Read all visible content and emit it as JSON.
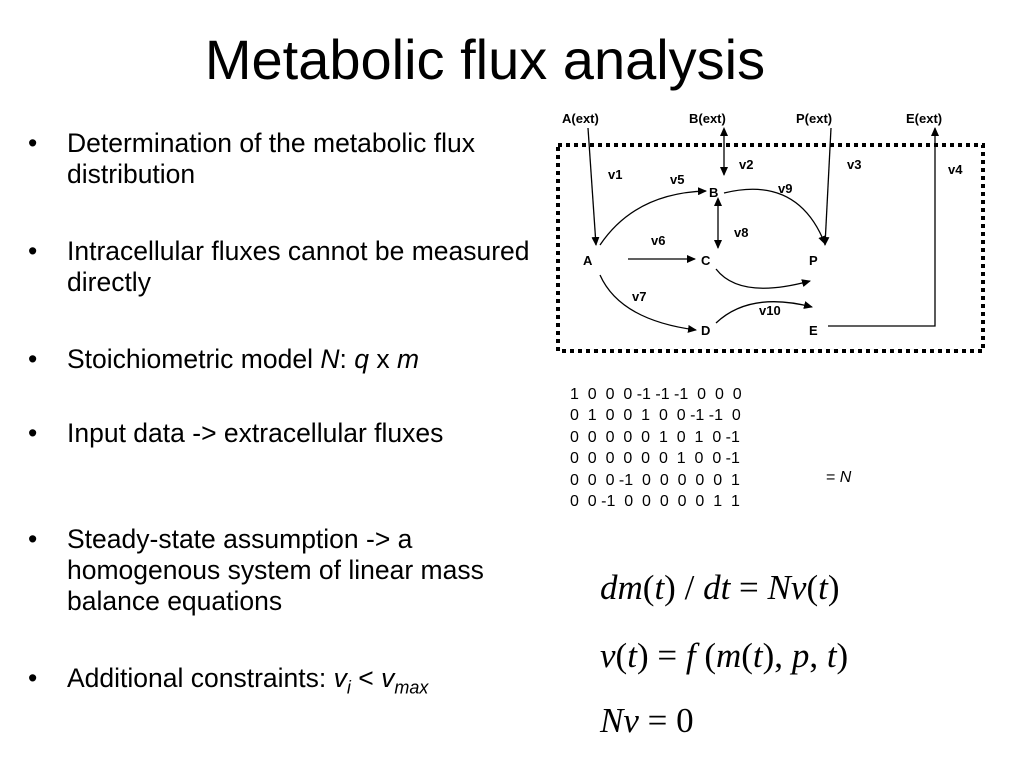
{
  "title": "Metabolic flux analysis",
  "bullets": [
    {
      "symbol": "•",
      "text": "Determination of the metabolic flux distribution"
    },
    {
      "symbol": "•",
      "text": "Intracellular fluxes cannot be measured directly"
    },
    {
      "symbol": "•",
      "parts": {
        "a": "Stoichiometric model ",
        "N": "N",
        "colon": ": ",
        "q": "q",
        "x": " x ",
        "m": "m"
      }
    },
    {
      "symbol": "•",
      "text": "Input data -> extracellular fluxes"
    },
    {
      "symbol": "•",
      "text": "Steady-state assumption -> a homogenous system of linear mass balance equations"
    },
    {
      "symbol": "•",
      "parts": {
        "a": "Additional constraints: ",
        "v": "v",
        "i": "i",
        "lt": " < ",
        "v2": "v",
        "max": "max"
      }
    }
  ],
  "diagram": {
    "external": [
      "A(ext)",
      "B(ext)",
      "P(ext)",
      "E(ext)"
    ],
    "nodes": [
      "A",
      "B",
      "C",
      "P",
      "D",
      "E"
    ],
    "fluxes": [
      "v1",
      "v2",
      "v3",
      "v4",
      "v5",
      "v6",
      "v7",
      "v8",
      "v9",
      "v10"
    ]
  },
  "matrix": {
    "rows": [
      "1  0  0  0 -1 -1 -1  0  0  0",
      "0  1  0  0  1  0  0 -1 -1  0",
      "0  0  0  0  0  1  0  1  0 -1",
      "0  0  0  0  0  0  1  0  0 -1",
      "0  0  0 -1  0  0  0  0  0  1",
      "0  0 -1  0  0  0  0  0  1  1"
    ],
    "equals": "= ",
    "symbol": "N"
  },
  "equations": {
    "eq1": {
      "d1": "dm",
      "p1": "(",
      "t1": "t",
      "p2": ") / ",
      "d2": "dt",
      "eq": " = ",
      "N": "Nv",
      "p3": "(",
      "t2": "t",
      "p4": ")"
    },
    "eq2": {
      "v": "v",
      "p1": "(",
      "t1": "t",
      "p2": ") = ",
      "f": "f",
      "p3": " (",
      "m": "m",
      "p4": "(",
      "t2": "t",
      "p5": "), ",
      "p": "p",
      "c": ", ",
      "t3": "t",
      "p6": ")"
    },
    "eq3": {
      "Nv": "Nv",
      "rest": " = 0"
    }
  }
}
